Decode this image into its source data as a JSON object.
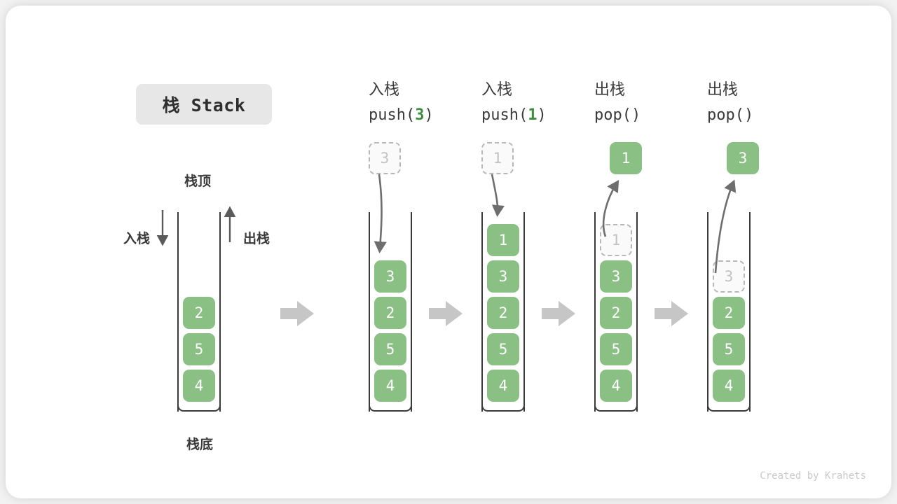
{
  "title": {
    "badge": "栈 Stack"
  },
  "left_stack": {
    "top_label": "栈顶",
    "bottom_label": "栈底",
    "push_label": "入栈",
    "pop_label": "出栈",
    "cells": [
      "2",
      "5",
      "4"
    ]
  },
  "credit": "Created by Krahets",
  "colors": {
    "cell_green": "#8bc085",
    "accent_green": "#3e8e41",
    "ghost_border": "#b8b8b8",
    "ghost_text": "#c2c2c2",
    "wall": "#3b3b3b",
    "arrow_gray": "#c6c6c6",
    "curve_gray": "#6e6e6e",
    "badge_bg": "#e7e7e7",
    "text_dark": "#3a3a3a"
  },
  "stages": [
    {
      "op_cjk": "入栈",
      "op_code_prefix": "push(",
      "op_code_arg": "3",
      "op_code_suffix": ")",
      "floating_cell": {
        "value": "3",
        "style": "ghost"
      },
      "cells": [
        "3",
        "2",
        "5",
        "4"
      ],
      "ghost_in_stack": [],
      "arrow_direction": "down"
    },
    {
      "op_cjk": "入栈",
      "op_code_prefix": "push(",
      "op_code_arg": "1",
      "op_code_suffix": ")",
      "floating_cell": {
        "value": "1",
        "style": "ghost"
      },
      "cells": [
        "1",
        "3",
        "2",
        "5",
        "4"
      ],
      "ghost_in_stack": [],
      "arrow_direction": "down"
    },
    {
      "op_cjk": "出栈",
      "op_code_prefix": "pop(",
      "op_code_arg": "",
      "op_code_suffix": ")",
      "floating_cell": {
        "value": "1",
        "style": "solid"
      },
      "cells": [
        "1",
        "3",
        "2",
        "5",
        "4"
      ],
      "ghost_in_stack": [
        "1"
      ],
      "arrow_direction": "up"
    },
    {
      "op_cjk": "出栈",
      "op_code_prefix": "pop(",
      "op_code_arg": "",
      "op_code_suffix": ")",
      "floating_cell": {
        "value": "3",
        "style": "solid"
      },
      "cells": [
        "3",
        "2",
        "5",
        "4"
      ],
      "ghost_in_stack": [
        "3"
      ],
      "arrow_direction": "up"
    }
  ]
}
